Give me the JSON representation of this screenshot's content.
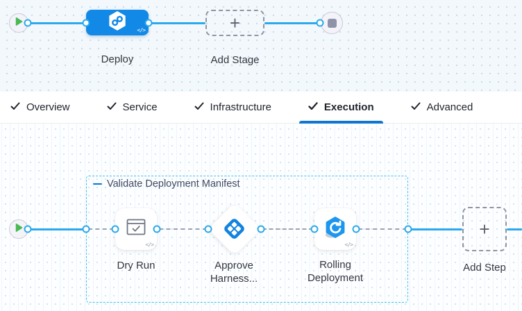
{
  "pipeline_stages": {
    "stage_label": "Deploy",
    "add_stage_label": "Add Stage"
  },
  "tabs": {
    "items": [
      {
        "label": "Overview"
      },
      {
        "label": "Service"
      },
      {
        "label": "Infrastructure"
      },
      {
        "label": "Execution"
      },
      {
        "label": "Advanced"
      }
    ],
    "active": "Execution"
  },
  "execution": {
    "step_group_label": "Validate Deployment Manifest",
    "steps": [
      {
        "label": "Dry Run"
      },
      {
        "label": "Approve Harness..."
      },
      {
        "label": "Rolling Deployment"
      }
    ],
    "add_step_label": "Add Step"
  },
  "glyphs": {
    "code_badge": "</>",
    "plus": "+"
  },
  "colors": {
    "accent_blue": "#0278d5",
    "connector_blue": "#2aa9ec",
    "stage_node_blue": "#1289e6",
    "group_border_cyan": "#3ec1f0",
    "play_green": "#48b954",
    "stop_gray": "#8f93a9"
  }
}
